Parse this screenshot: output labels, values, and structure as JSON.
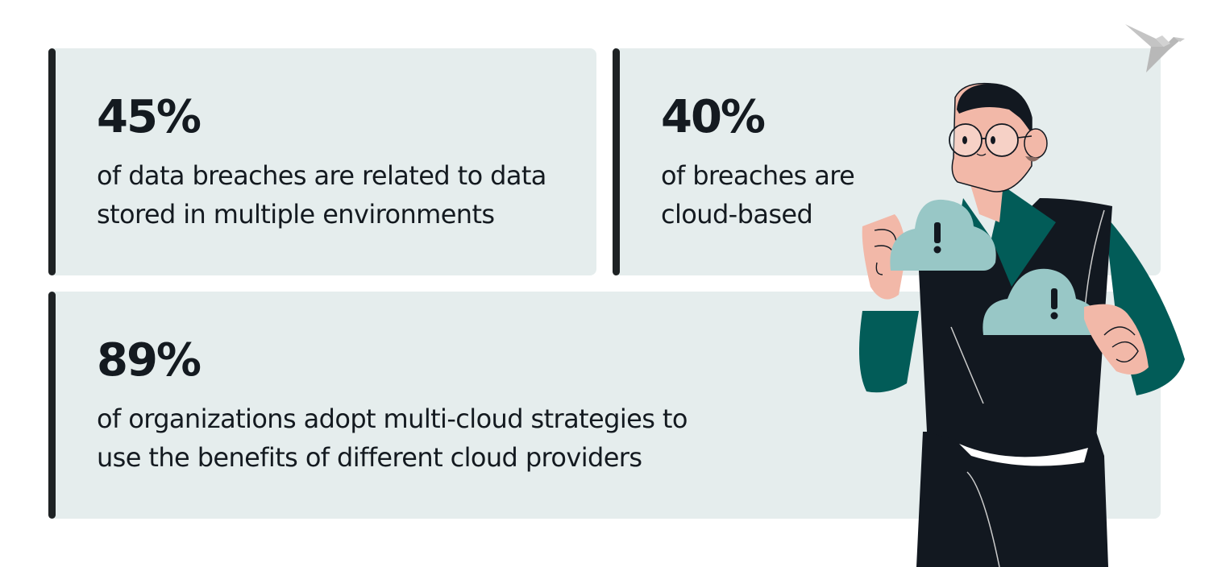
{
  "stats": [
    {
      "value": "45%",
      "lines": [
        "of data breaches are related to data",
        "stored in multiple environments"
      ]
    },
    {
      "value": "40%",
      "lines": [
        "of breaches are",
        "cloud-based"
      ]
    },
    {
      "value": "89%",
      "lines": [
        "of organizations adopt multi-cloud strategies to",
        "use the benefits of different cloud providers"
      ]
    }
  ],
  "illustration": {
    "subject": "person-holding-cloud-warning-icons",
    "icon": "cloud-warning-icon"
  },
  "logo": {
    "icon": "origami-bird-icon"
  },
  "colors": {
    "card_bg": "#e5eded",
    "accent_bar": "#1e2224",
    "text": "#141a20",
    "shirt_green": "#025c58",
    "cloud": "#98c7c6",
    "skin": "#f2b8a8",
    "logo_gray": "#c4c4c4"
  }
}
